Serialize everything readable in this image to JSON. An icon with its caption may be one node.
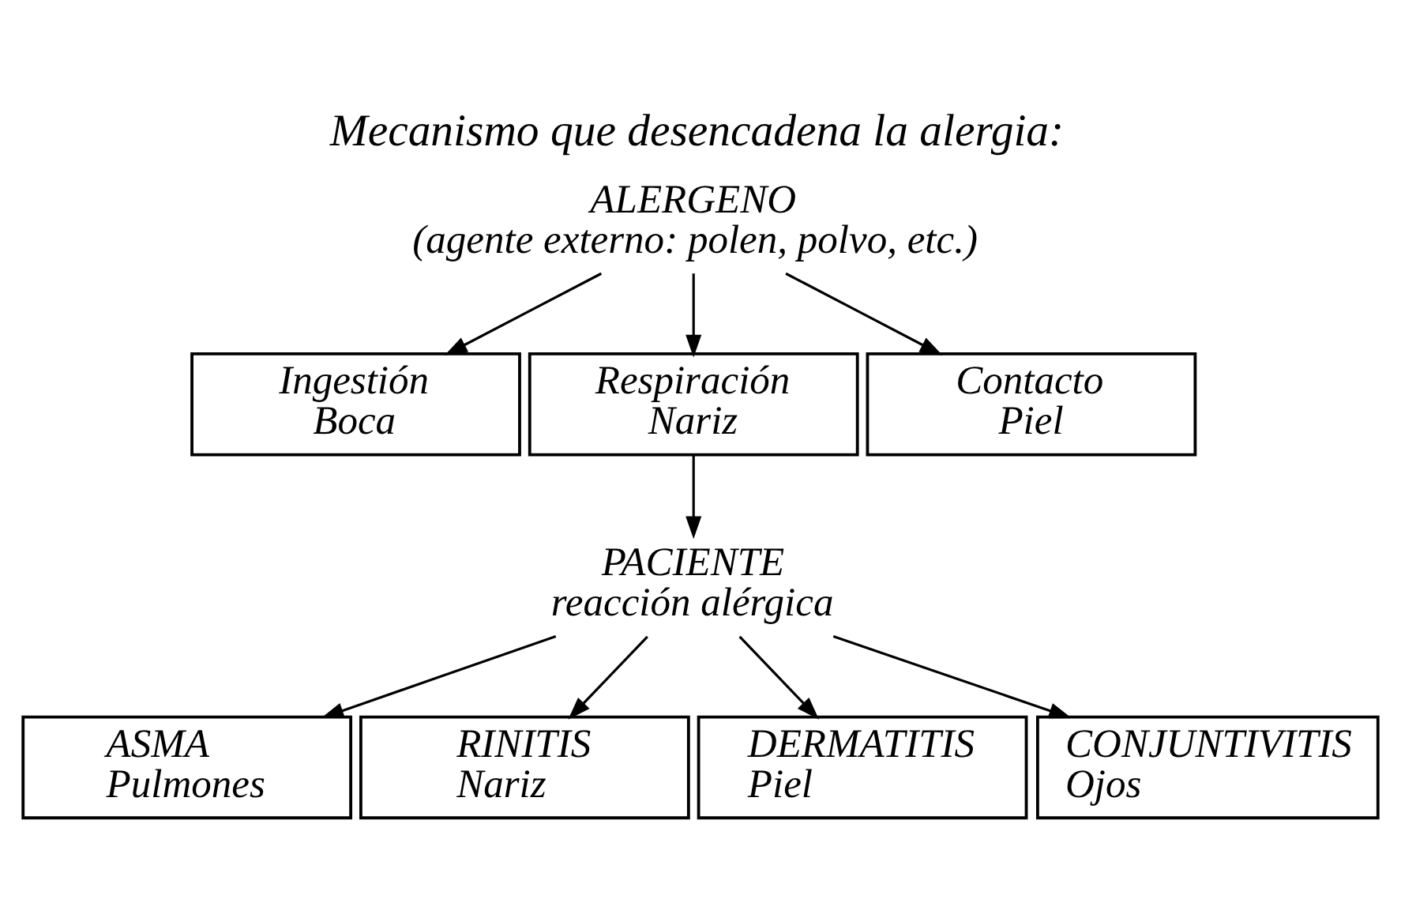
{
  "diagram": {
    "title": "Mecanismo que desencadena la alergia:",
    "nodes": [
      {
        "text": [
          "ALERGENO",
          "(agente externo: polen, polvo, etc.)"
        ]
      },
      {
        "text": [
          "Ingestión",
          "Boca"
        ]
      },
      {
        "text": [
          "Respiración",
          "Nariz"
        ]
      },
      {
        "text": [
          "Contacto",
          "Piel"
        ]
      },
      {
        "text": [
          "PACIENTE",
          "reacción alérgica"
        ]
      },
      {
        "text": [
          "ASMA",
          "Pulmones"
        ]
      },
      {
        "text": [
          "RINITIS",
          "Nariz"
        ]
      },
      {
        "text": [
          "DERMATITIS",
          "Piel"
        ]
      },
      {
        "text": [
          "CONJUNTIVITIS",
          "Ojos"
        ]
      }
    ],
    "edges": [
      {
        "from": 0,
        "to": 1,
        "arrow": "to"
      },
      {
        "from": 0,
        "to": 2,
        "arrow": "to"
      },
      {
        "from": 0,
        "to": 3,
        "arrow": "to"
      },
      {
        "from": 2,
        "to": 4,
        "arrow": "to"
      },
      {
        "from": 4,
        "to": 5,
        "arrow": "to"
      },
      {
        "from": 4,
        "to": 6,
        "arrow": "to"
      },
      {
        "from": 4,
        "to": 7,
        "arrow": "to"
      },
      {
        "from": 4,
        "to": 8,
        "arrow": "to"
      }
    ]
  }
}
